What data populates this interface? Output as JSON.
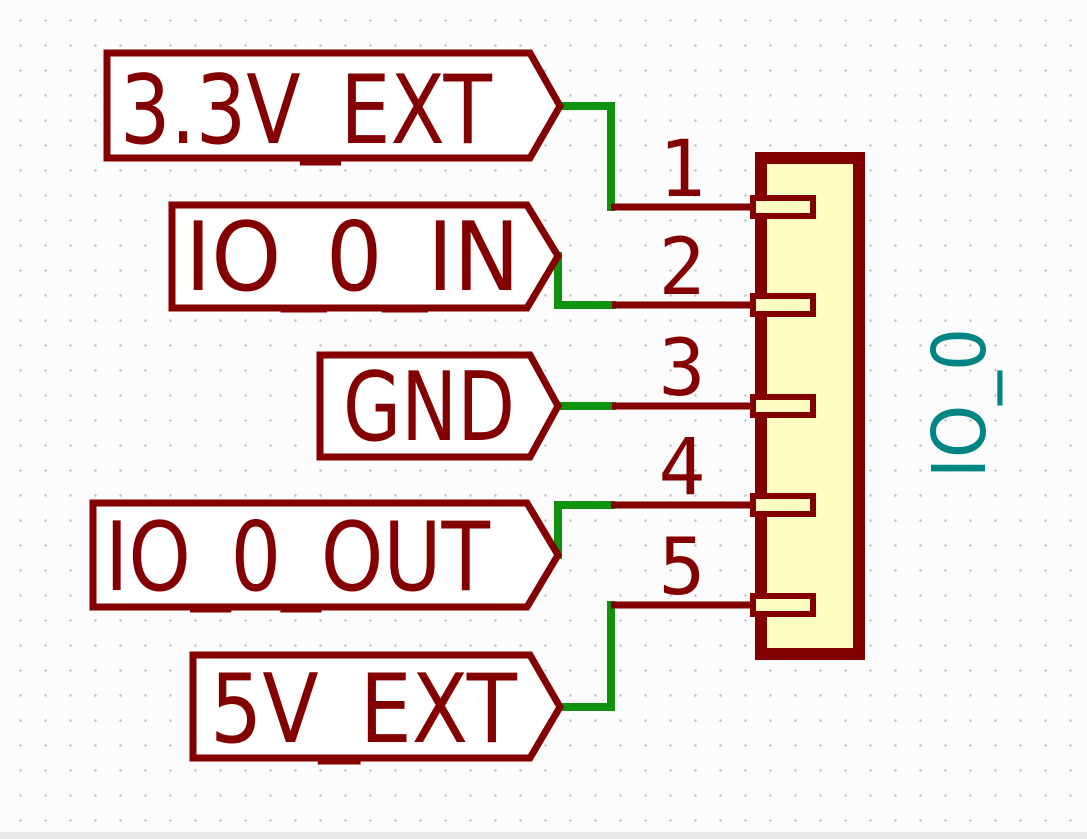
{
  "app": {
    "view": "schematic-canvas"
  },
  "schematic": {
    "labels": [
      {
        "text": "3.3V_EXT",
        "connects_to_pin": "1"
      },
      {
        "text": "IO_0_IN",
        "connects_to_pin": "2"
      },
      {
        "text": "GND",
        "connects_to_pin": "3"
      },
      {
        "text": "IO_0_OUT",
        "connects_to_pin": "4"
      },
      {
        "text": "5V_EXT",
        "connects_to_pin": "5"
      }
    ],
    "pins": [
      {
        "number": "1"
      },
      {
        "number": "2"
      },
      {
        "number": "3"
      },
      {
        "number": "4"
      },
      {
        "number": "5"
      }
    ],
    "connector": {
      "name": "IO_0"
    },
    "colors": {
      "symbol_outline": "#840000",
      "symbol_fill": "#FFFCC2",
      "label_fill": "#FFFFFF",
      "wire_green": "#0F930F",
      "reference_teal": "#008484",
      "grid_dot": "#BDBDBD",
      "background": "#FCFCFC",
      "scrollbar": "#E9E9E9"
    }
  }
}
